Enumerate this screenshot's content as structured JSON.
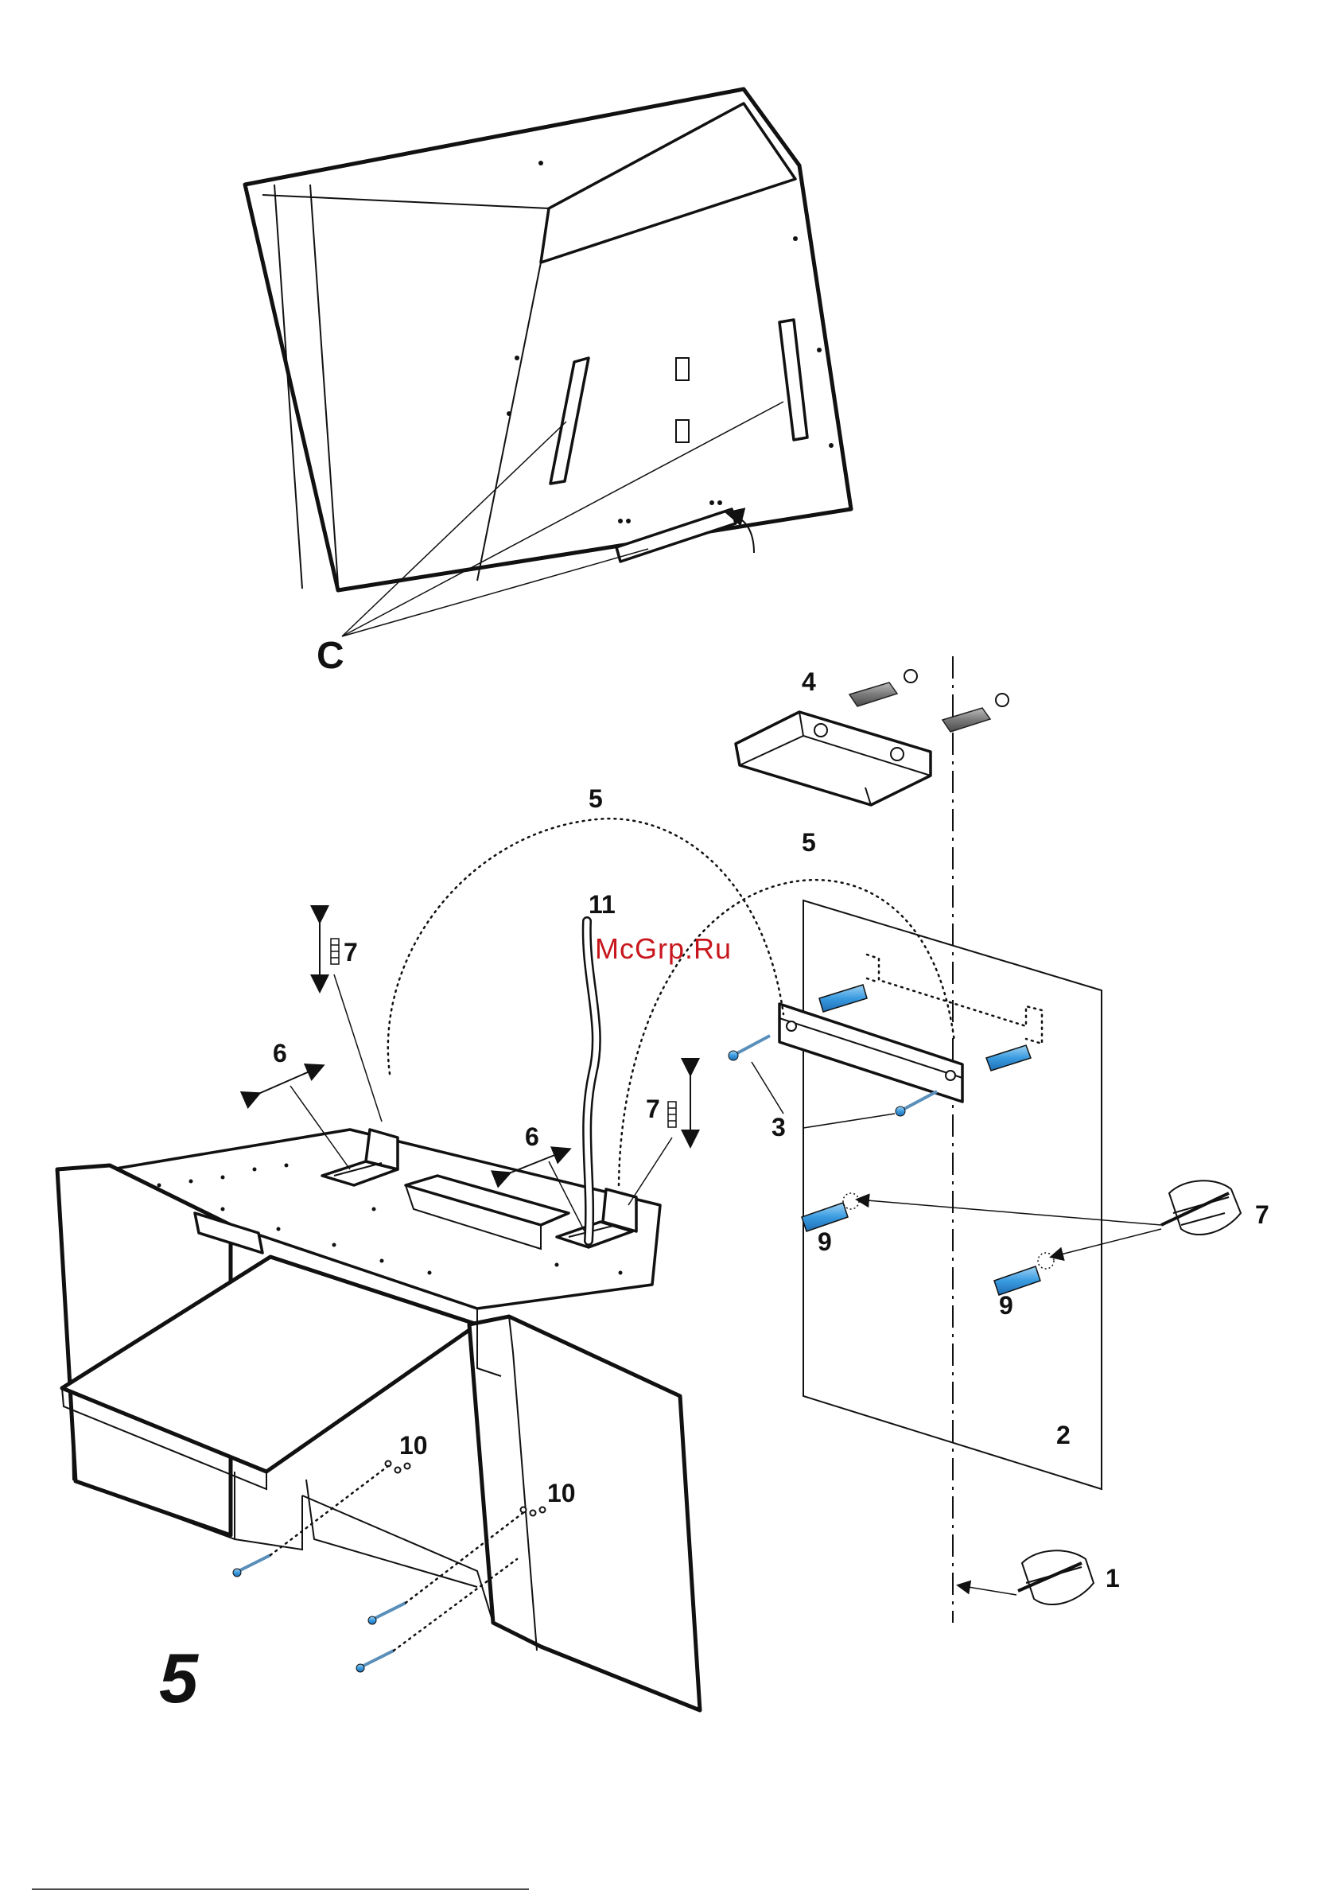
{
  "figure": {
    "step_number": "5",
    "watermark": "McGrp.Ru",
    "accent_color": "#2f8fd8",
    "watermark_color": "#c7171d"
  },
  "labels": {
    "C": "C",
    "n1": "1",
    "n2": "2",
    "n3": "3",
    "n4": "4",
    "n5a": "5",
    "n5b": "5",
    "n6a": "6",
    "n6b": "6",
    "n7a": "7",
    "n7b": "7",
    "n7c": "7",
    "n9a": "9",
    "n9b": "9",
    "n10a": "10",
    "n10b": "10",
    "n11": "11"
  }
}
